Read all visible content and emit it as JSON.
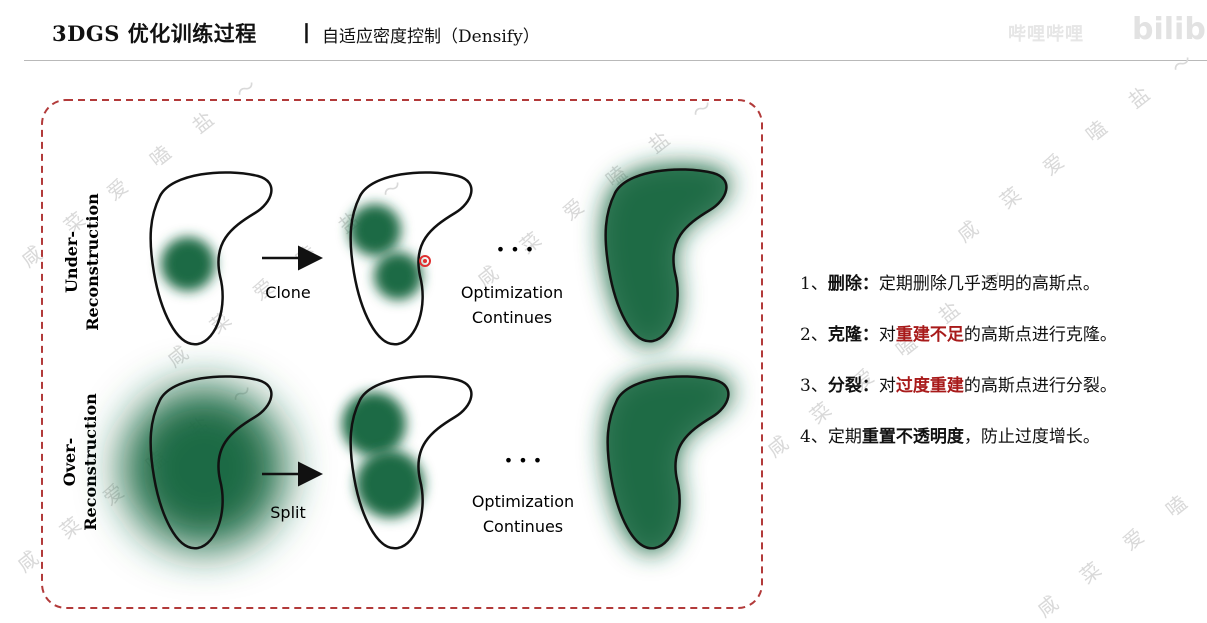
{
  "header": {
    "title": "3DGS 优化训练过程",
    "separator": "丨",
    "subtitle": "自适应密度控制（Densify）",
    "logo_text": "哔哩哔哩",
    "logo_mark": "bilib"
  },
  "diagram": {
    "rows": [
      {
        "label_line1": "Under-",
        "label_line2": "Reconstruction",
        "operation": "Clone",
        "result_line1": "Optimization",
        "result_line2": "Continues"
      },
      {
        "label_line1": "Over-",
        "label_line2": "Reconstruction",
        "operation": "Split",
        "result_line1": "Optimization",
        "result_line2": "Continues"
      }
    ],
    "ellipsis": "• • •",
    "colors": {
      "gaussian": "#1f6b45",
      "border": "#b23a3a",
      "highlight_text": "#a81a1a",
      "marker": "#e03030"
    }
  },
  "notes": [
    {
      "num": "1、",
      "head": "删除：",
      "pre": "定期删除几乎透明的高斯点。",
      "hl": "",
      "post": ""
    },
    {
      "num": "2、",
      "head": "克隆：",
      "pre": "对",
      "hl": "重建不足",
      "post": "的高斯点进行克隆。"
    },
    {
      "num": "3、",
      "head": "分裂：",
      "pre": "对",
      "hl": "过度重建",
      "post": "的高斯点进行分裂。"
    },
    {
      "num": "4、",
      "head": "",
      "pre": "定期",
      "hl2": "重置不透明度",
      "post": "，防止过度增长。"
    }
  ],
  "watermark": "咸 菜 爱 嗑 盐 ～"
}
